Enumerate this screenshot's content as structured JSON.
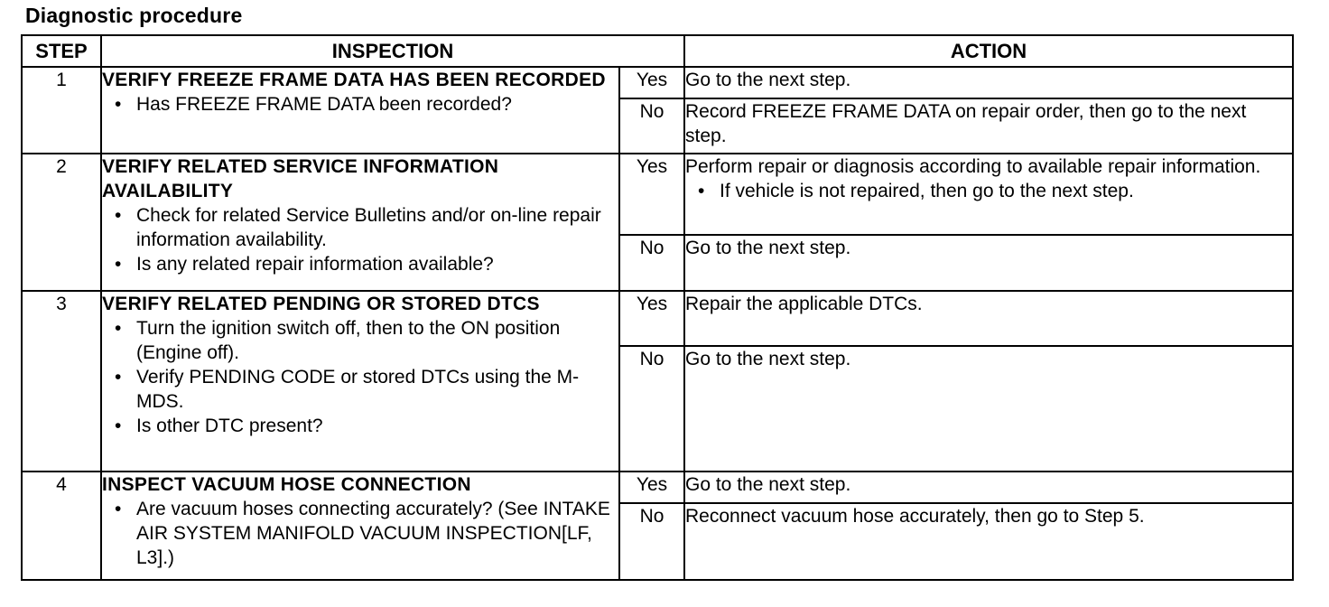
{
  "title": "Diagnostic procedure",
  "headers": {
    "step": "STEP",
    "inspection": "INSPECTION",
    "action": "ACTION"
  },
  "steps": [
    {
      "number": "1",
      "title": "VERIFY FREEZE FRAME DATA HAS BEEN RECORDED",
      "bullets": [
        "Has FREEZE FRAME DATA been recorded?"
      ],
      "yes": {
        "label": "Yes",
        "action": "Go to the next step.",
        "bullets": []
      },
      "no": {
        "label": "No",
        "action": "Record FREEZE FRAME DATA on repair order, then go to the next step.",
        "bullets": []
      }
    },
    {
      "number": "2",
      "title": "VERIFY RELATED SERVICE INFORMATION AVAILABILITY",
      "bullets": [
        "Check for related Service Bulletins and/or on-line repair information availability.",
        "Is any related repair information available?"
      ],
      "yes": {
        "label": "Yes",
        "action": "Perform repair or diagnosis according to available repair information.",
        "bullets": [
          "If vehicle is not repaired, then go to the next step."
        ]
      },
      "no": {
        "label": "No",
        "action": "Go to the next step.",
        "bullets": []
      }
    },
    {
      "number": "3",
      "title": "VERIFY RELATED PENDING OR STORED DTCS",
      "bullets": [
        "Turn the ignition switch off, then to the ON position (Engine off).",
        "Verify PENDING CODE or stored DTCs using the M-MDS.",
        "Is other DTC present?"
      ],
      "yes": {
        "label": "Yes",
        "action": "Repair the applicable DTCs.",
        "bullets": []
      },
      "no": {
        "label": "No",
        "action": "Go to the next step.",
        "bullets": []
      }
    },
    {
      "number": "4",
      "title": "INSPECT VACUUM HOSE CONNECTION",
      "bullets": [
        "Are vacuum hoses connecting accurately? (See  INTAKE AIR SYSTEM   MANIFOLD VACUUM INSPECTION[LF, L3].)"
      ],
      "yes": {
        "label": "Yes",
        "action": "Go to the next step.",
        "bullets": []
      },
      "no": {
        "label": "No",
        "action": "Reconnect vacuum hose accurately, then go to Step 5.",
        "bullets": []
      }
    }
  ]
}
